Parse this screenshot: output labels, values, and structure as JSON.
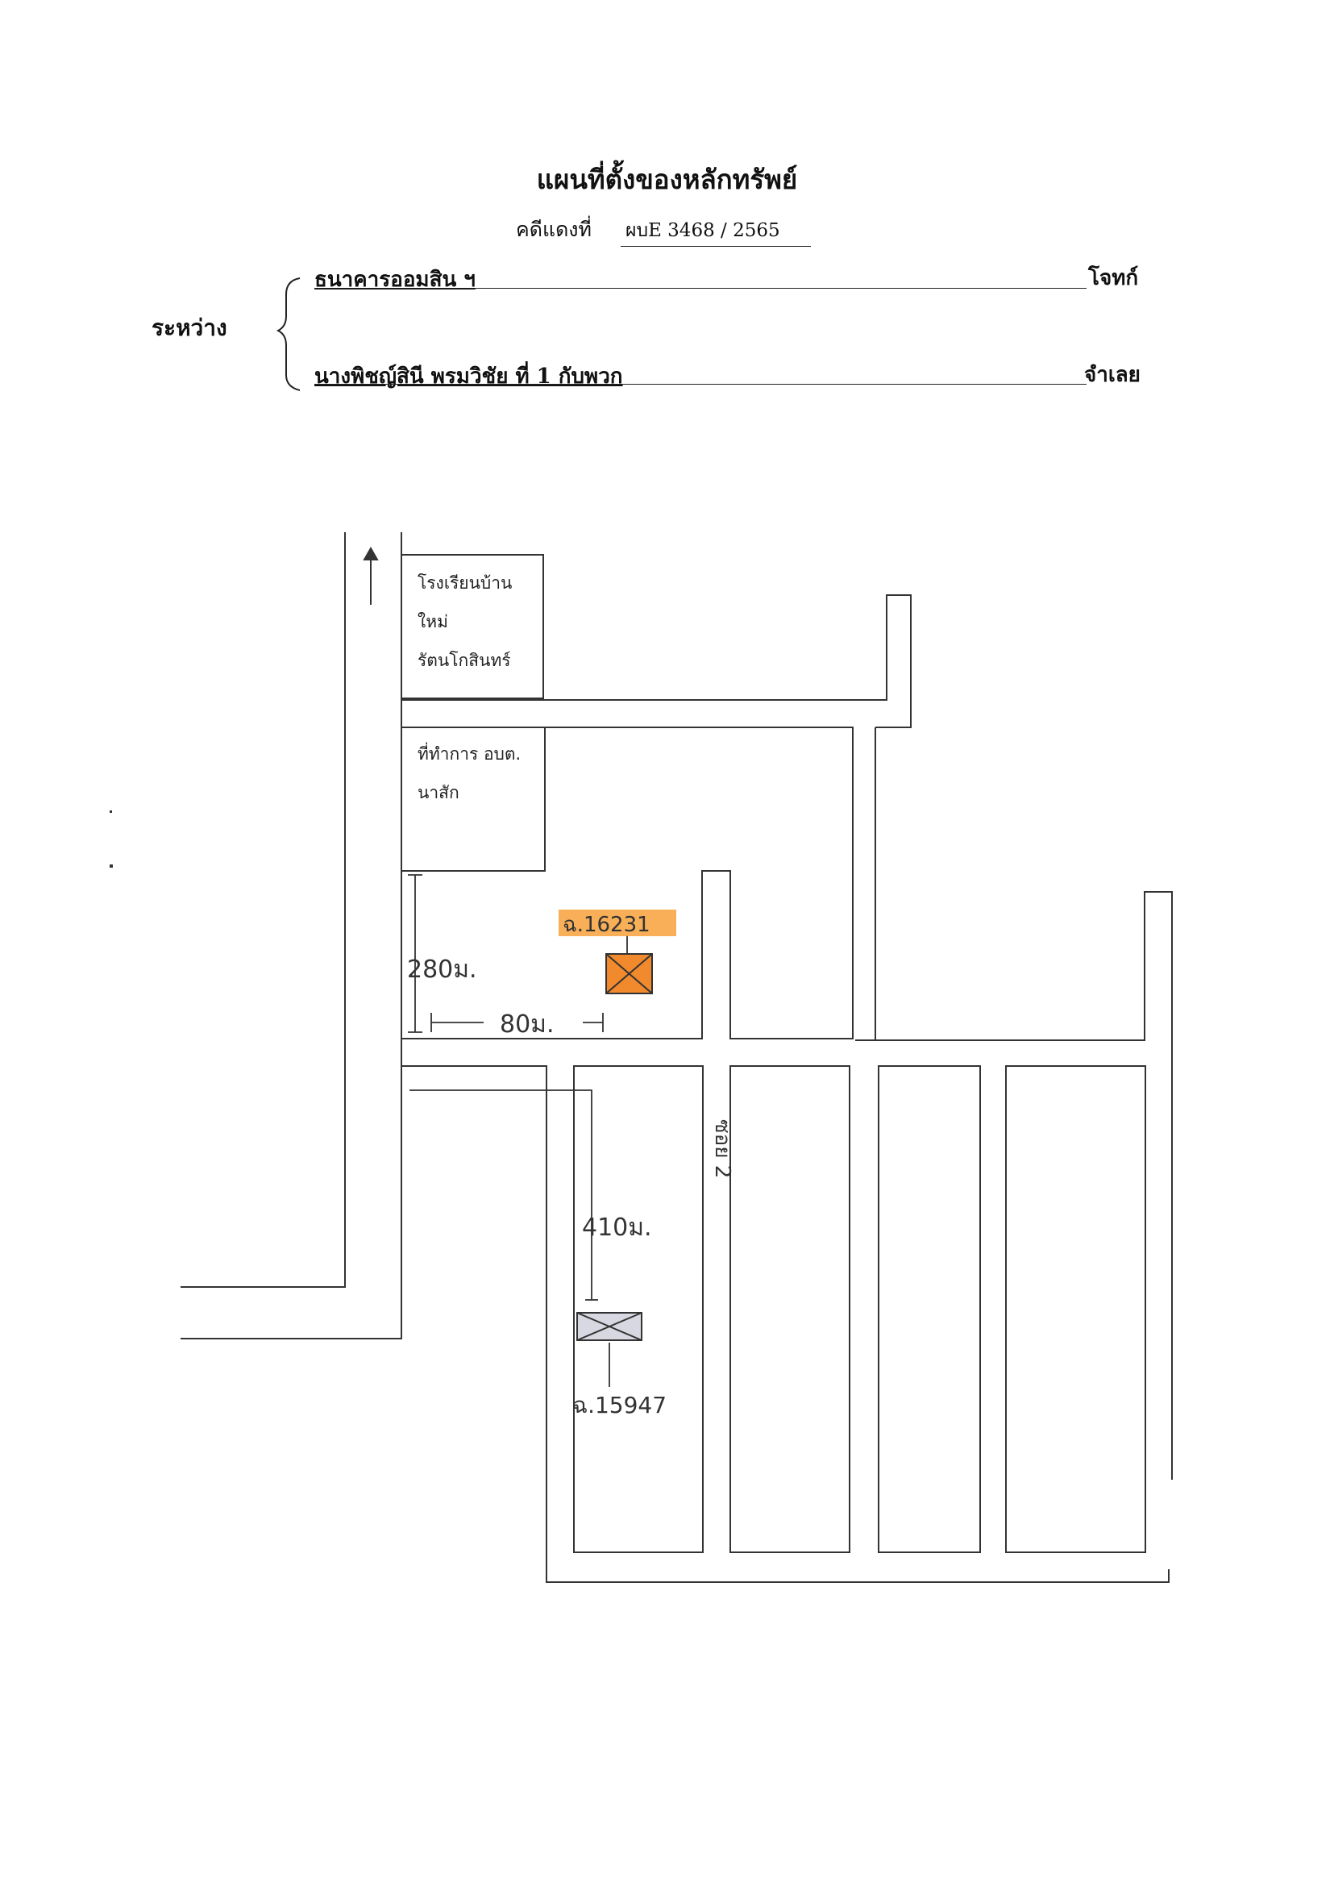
{
  "title": "แผนที่ตั้งของหลักทรัพย์",
  "case": {
    "label": "คดีแดงที่",
    "number": "ผบE 3468 / 2565"
  },
  "between_label": "ระหว่าง",
  "plaintiff": {
    "name": "ธนาคารออมสิน ฯ",
    "role": "โจทก์"
  },
  "defendant": {
    "name": "นางพิชญ์สินี พรมวิชัย ที่ 1 กับพวก",
    "role": "จำเลย"
  },
  "map": {
    "buildings": {
      "school": [
        "โรงเรียนบ้าน",
        "ใหม่",
        "รัตนโกสินทร์"
      ],
      "office": [
        "ที่ทำการ อบต.",
        "นาสัก"
      ]
    },
    "measurements": {
      "d1": "280ม.",
      "d2": "80ม.",
      "d3": "410ม."
    },
    "parcels": {
      "parcel_a": "ฉ.16231",
      "parcel_b": "ฉ.15947"
    },
    "road_label": "ซอย 2",
    "colors": {
      "highlight": "#f7a13a",
      "parcel_a_fill": "#f08a2c",
      "parcel_b_fill": "#d8d8e2"
    }
  }
}
